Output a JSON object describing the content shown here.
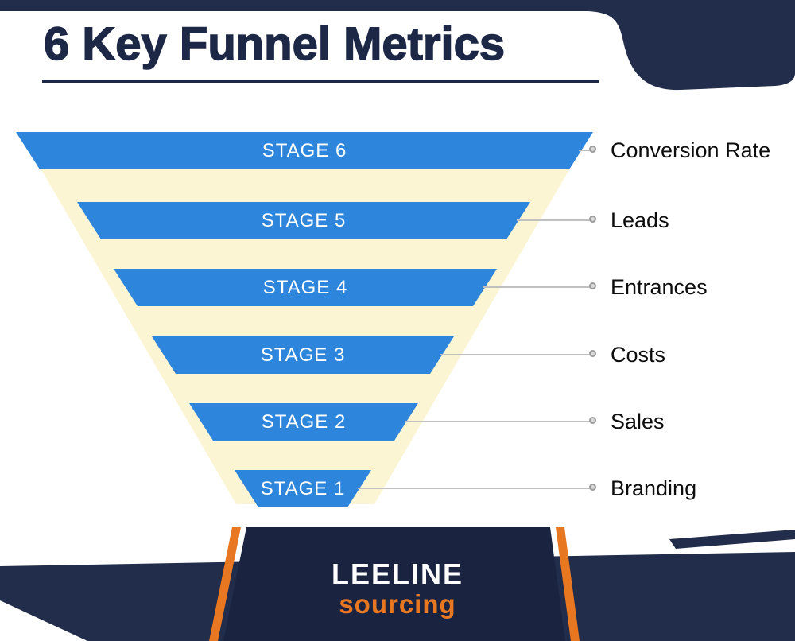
{
  "header": {
    "title": "6 Key Funnel Metrics"
  },
  "funnel": {
    "stages": [
      {
        "stage": "STAGE 6",
        "metric": "Conversion Rate"
      },
      {
        "stage": "STAGE 5",
        "metric": "Leads"
      },
      {
        "stage": "STAGE 4",
        "metric": "Entrances"
      },
      {
        "stage": "STAGE 3",
        "metric": "Costs"
      },
      {
        "stage": "STAGE 2",
        "metric": "Sales"
      },
      {
        "stage": "STAGE 1",
        "metric": "Branding"
      }
    ]
  },
  "footer": {
    "brand_top": "LEELINE",
    "brand_bottom": "sourcing"
  },
  "colors": {
    "navy": "#222c4b",
    "navy_dark": "#1d2746",
    "blue": "#2e86dc",
    "cream": "#fbf5d3",
    "orange": "#e87722",
    "connector_gray": "#c0c0c0"
  }
}
